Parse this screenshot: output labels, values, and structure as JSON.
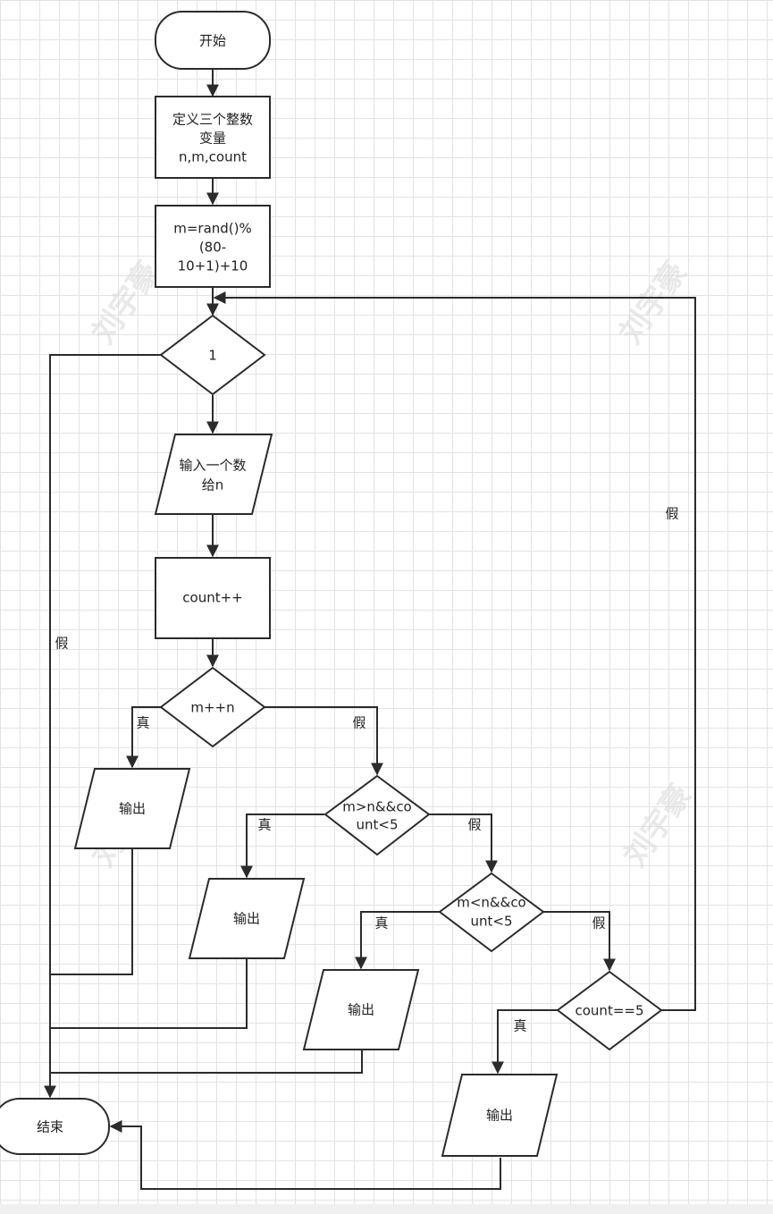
{
  "nodes": {
    "start": "开始",
    "define": [
      "定义三个整数",
      "变量",
      "n,m,count"
    ],
    "assign": [
      "m=rand()%",
      "(80-",
      "10+1)+10"
    ],
    "loop_cond": "1",
    "input": [
      "输入一个数",
      "给n"
    ],
    "increment": "count++",
    "cond_equal": "m++n",
    "output1": "输出",
    "cond_greater": [
      "m>n&&co",
      "unt<5"
    ],
    "output2": "输出",
    "cond_less": [
      "m<n&&co",
      "unt<5"
    ],
    "output3": "输出",
    "cond_count": "count==5",
    "output4": "输出",
    "end": "结束"
  },
  "edge_labels": {
    "true": "真",
    "false": "假"
  },
  "watermark": "刘宇豪",
  "colors": {
    "stroke": "#2b2b2b",
    "grid": "#e3e3e3",
    "node_fill": "#ffffff"
  }
}
